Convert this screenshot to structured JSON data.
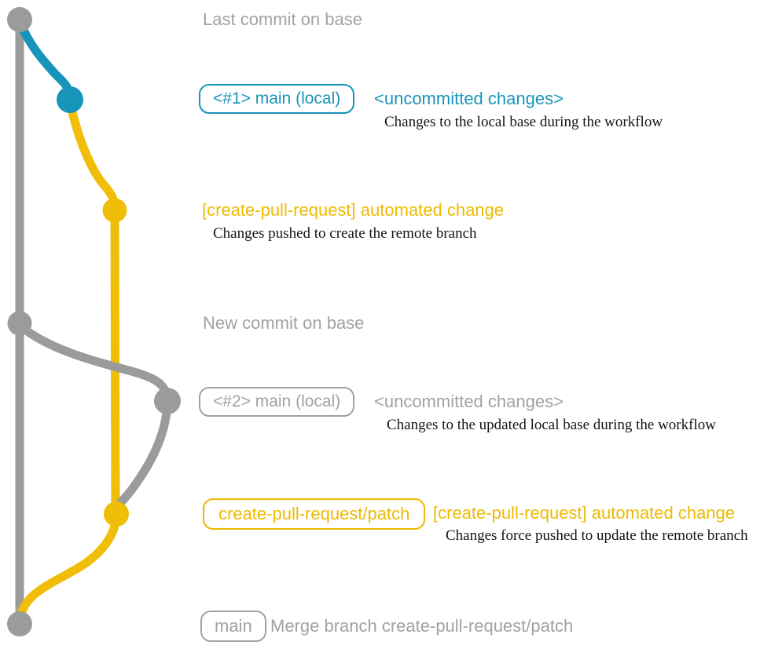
{
  "colors": {
    "background": "#ffffff",
    "gray": "#9b9b9b",
    "gray_text": "#a2a2a2",
    "blue": "#1794b9",
    "yellow": "#f0bd08",
    "yellow_text": "#f0ba00",
    "desc": "#141414"
  },
  "graph": {
    "base_branch": "base",
    "local_branch": "main (local)",
    "remote_branch": "create-pull-request/patch"
  },
  "annotations": {
    "last_commit": {
      "label": "Last commit on base"
    },
    "step1": {
      "badge": "<#1> main (local)",
      "status": "<uncommitted changes>",
      "description": "Changes to the local base during the workflow"
    },
    "step2": {
      "label": "[create-pull-request] automated change",
      "description": "Changes pushed to create the remote branch"
    },
    "new_commit": {
      "label": "New commit on base"
    },
    "step3": {
      "badge": "<#2> main (local)",
      "status": "<uncommitted changes>",
      "description": "Changes to the updated local base during the workflow"
    },
    "step4": {
      "badge": "create-pull-request/patch",
      "label": "[create-pull-request] automated change",
      "description": "Changes force pushed to update the remote branch"
    },
    "merge": {
      "badge": "main",
      "label": "Merge branch create-pull-request/patch"
    }
  }
}
